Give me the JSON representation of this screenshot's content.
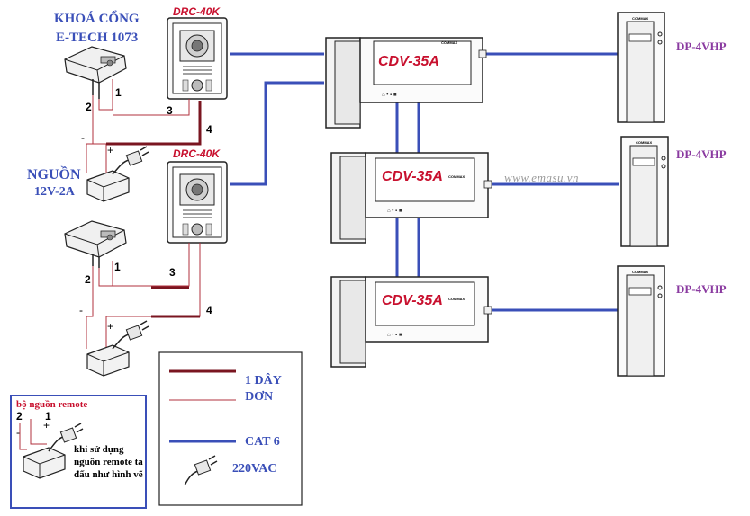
{
  "labels": {
    "gate_lock_title": "KHOÁ CỔNG",
    "gate_lock_model": "E-TECH 1073",
    "power_title": "NGUỒN",
    "power_spec": "12V-2A",
    "watermark": "www.emasu.vn"
  },
  "door_stations": [
    {
      "model": "DRC-40K"
    },
    {
      "model": "DRC-40K"
    }
  ],
  "monitors": [
    {
      "model": "CDV-35A",
      "brand": "COMMAX"
    },
    {
      "model": "CDV-35A",
      "brand": "COMMAX"
    },
    {
      "model": "CDV-35A",
      "brand": "COMMAX"
    }
  ],
  "handsets": [
    {
      "model": "DP-4VHP",
      "brand": "COMMAX"
    },
    {
      "model": "DP-4VHP",
      "brand": "COMMAX"
    },
    {
      "model": "DP-4VHP",
      "brand": "COMMAX"
    }
  ],
  "terminals": {
    "one": "1",
    "two": "2",
    "three": "3",
    "four": "4",
    "minus": "-",
    "plus": "+"
  },
  "remote_box": {
    "title": "bộ nguồn remote",
    "terminal_two": "2",
    "terminal_one": "1",
    "minus": "-",
    "plus": "+",
    "note": "khi sử dụng nguồn remote ta đấu như hình vẽ"
  },
  "legend": {
    "single_wire_line1": "1 DÂY",
    "single_wire_line2": "ĐƠN",
    "cat6": "CAT 6",
    "ac": "220VAC"
  },
  "colors": {
    "cat6": "#3a4fb8",
    "wire_thick": "#7a1520",
    "wire_thin": "#b0303c",
    "title_blue": "#3a4fb8",
    "model_red": "#c8102e",
    "handset_purple": "#8a3aa0"
  }
}
